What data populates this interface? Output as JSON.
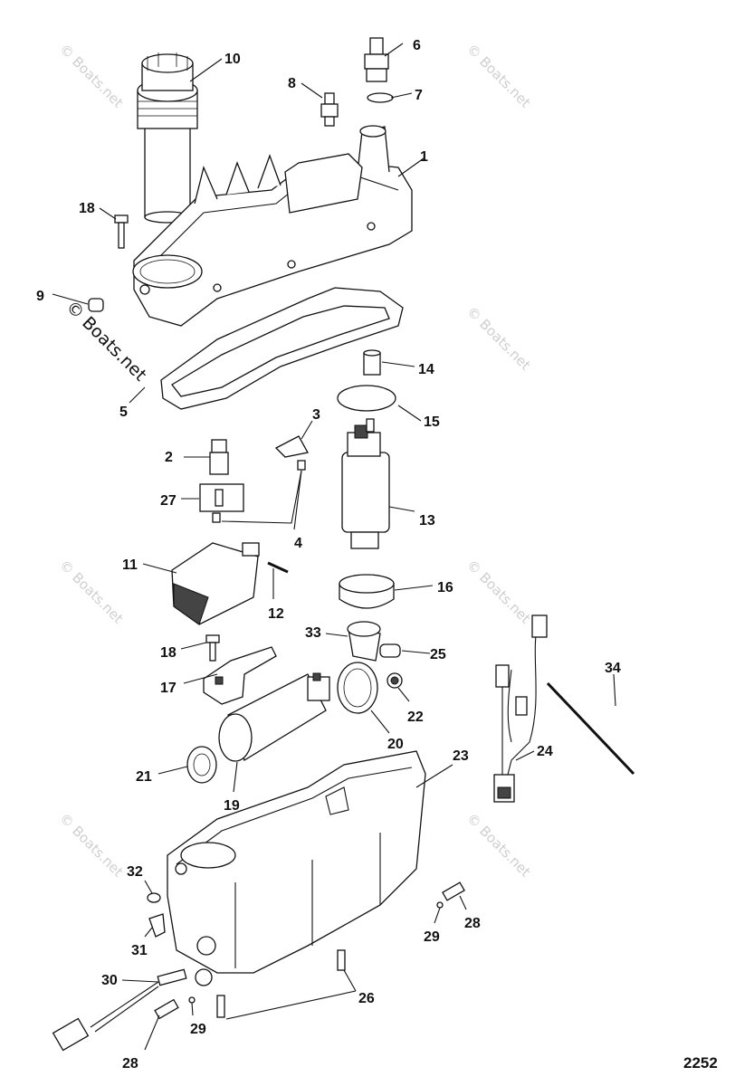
{
  "diagram": {
    "figure_number": "2252",
    "copyright_mark": "© Boats.net",
    "watermark_text": "© Boats.net",
    "callouts": [
      "1",
      "2",
      "3",
      "4",
      "5",
      "6",
      "7",
      "8",
      "9",
      "10",
      "11",
      "12",
      "13",
      "14",
      "15",
      "16",
      "17",
      "18",
      "18",
      "19",
      "20",
      "21",
      "22",
      "23",
      "24",
      "25",
      "26",
      "27",
      "28",
      "28",
      "29",
      "29",
      "30",
      "31",
      "32",
      "33",
      "34"
    ]
  }
}
